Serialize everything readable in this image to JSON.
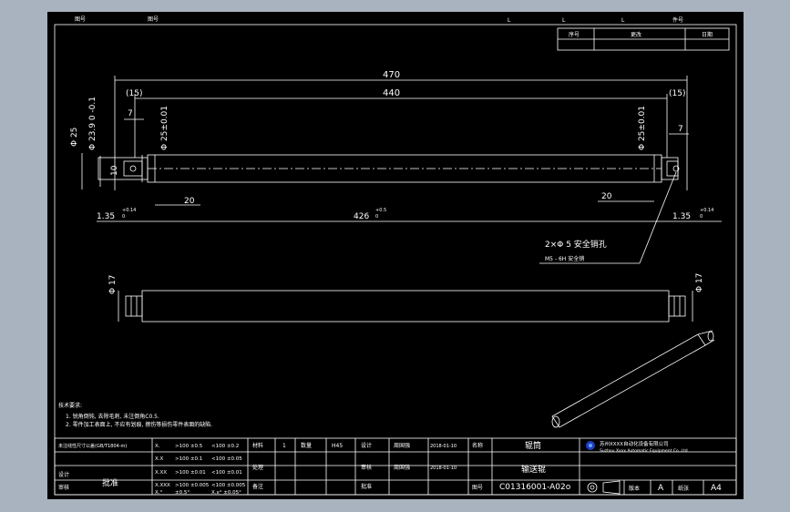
{
  "header": {
    "top_labels": [
      "图号",
      "",
      "图号",
      "",
      "L",
      "L",
      "L",
      "件号"
    ],
    "revision_table": [
      "序号",
      "更改",
      "日期"
    ]
  },
  "dimensions": {
    "overall_length": "470",
    "body_length": "440",
    "end_left": "(15)",
    "end_right": "(15)",
    "shaft_left": "7",
    "shaft_right": "7",
    "dia_25_left": "Φ 25",
    "dia_239": "Φ 23.9 0 -0.1",
    "dia_25_tol_left": "Φ 25±0.01",
    "dia_25_tol_right": "Φ 25±0.01",
    "len_10": "10",
    "len_20_left": "20",
    "len_20_right": "20",
    "tol_left": "1.35",
    "tol_left_sup": "+0.14",
    "tol_left_sub": "0",
    "body_426": "426",
    "body_426_sup": "+0.5",
    "body_426_sub": "0",
    "tol_right": "1.35",
    "tol_right_sup": "+0.14",
    "tol_right_sub": "0",
    "note_hole": "2×Φ 5 安全销孔",
    "note_hole_2": "M5 - 6H 安全销",
    "dia_17_left": "Φ 17",
    "dia_17_right": "Φ 17"
  },
  "notes": {
    "title": "技术要求:",
    "lines": [
      "1. 锐角倒钝, 去除毛刺, 未注倒角C0.5.",
      "2. 零件加工表面上, 不应有划痕, 擦伤等损伤零件表面的缺陷."
    ]
  },
  "title_block": {
    "tol_header": "未注线性尺寸公差(GB/T1804-m)",
    "tol_rows": [
      [
        "X.",
        ">100 ±0.5",
        "<100 ±0.2"
      ],
      [
        "X.X",
        ">100 ±0.1",
        "<100 ±0.05"
      ],
      [
        "X.XX",
        ">100 ±0.01",
        "<100 ±0.01"
      ],
      [
        "X.XXX",
        ">100 ±0.005",
        "<100 ±0.005"
      ],
      [
        "X.°",
        "±0.5°",
        "X.x° ±0.05°"
      ]
    ],
    "left_labels": [
      "设计",
      "审核"
    ],
    "left_value": "批准",
    "cells": [
      "材料",
      "1",
      "数量",
      "H45",
      "设计",
      "周国强",
      "2018-01-10",
      "名称"
    ],
    "cells_row2": [
      "处理",
      "",
      "审核",
      "周国强",
      "2018-01-10"
    ],
    "cells_row3": [
      "备注",
      "",
      "批准",
      ""
    ],
    "part_name": "辊筒",
    "part_name_2": "输送辊",
    "company_cn": "苏州XXXX自动化设备有限公司",
    "company_en": "Suzhou Xxxx Automatic Equipment Co.,Ltd",
    "drawing_no_label": "图号",
    "drawing_no": "C01316001-A02o",
    "version_label": "版本",
    "version": "A",
    "size_label": "纸张",
    "size": "A4"
  }
}
